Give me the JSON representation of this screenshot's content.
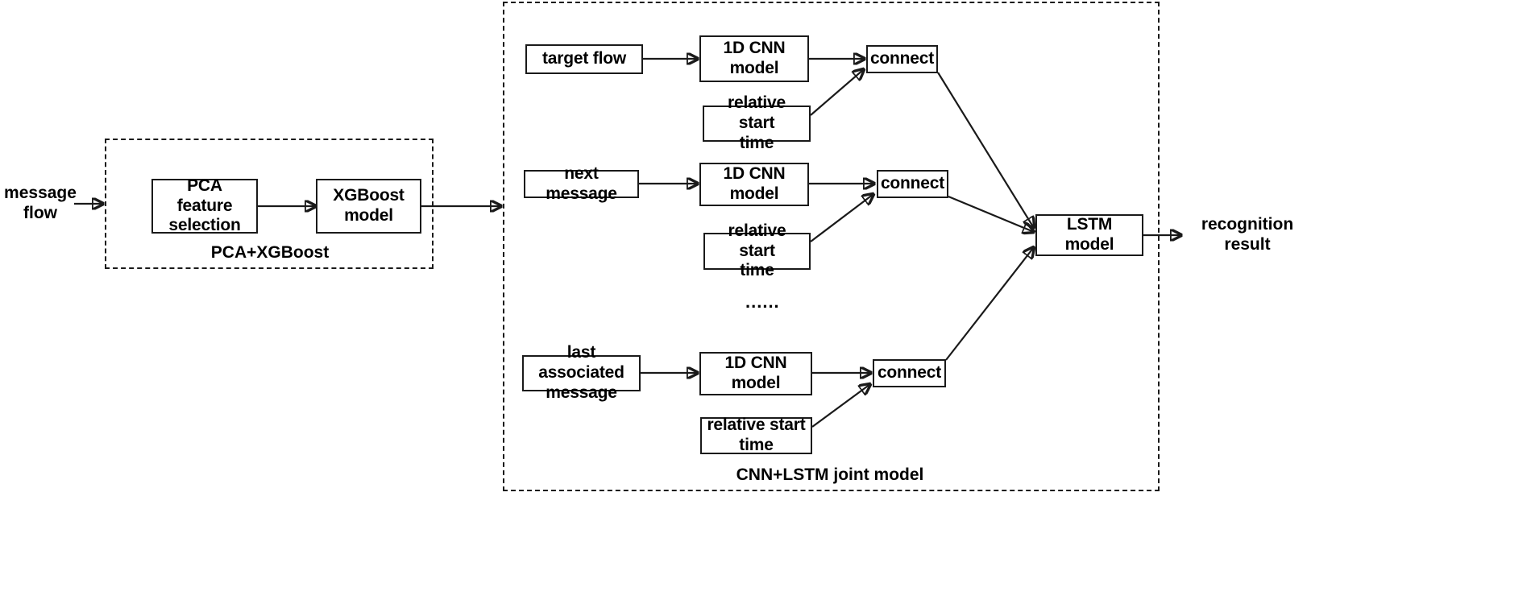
{
  "diagram": {
    "title": "Message flow recognition architecture",
    "stroke_color": "#1a1a1a",
    "background": "#ffffff",
    "groups": [
      {
        "id": "pca_group",
        "caption": "PCA+XGBoost"
      },
      {
        "id": "cnn_lstm_group",
        "caption": "CNN+LSTM joint model"
      }
    ],
    "free_labels": {
      "input": "message\nflow",
      "output": "recognition\nresult",
      "ellipsis": "......"
    },
    "nodes": {
      "pca_feature_selection": "PCA feature\nselection",
      "xgboost_model": "XGBoost\nmodel",
      "target_flow": "target flow",
      "cnn_model_1": "1D CNN model",
      "relative_start_time_1": "relative start\ntime",
      "connect_1": "connect",
      "next_message": "next message",
      "cnn_model_2": "1D CNN model",
      "relative_start_time_2": "relative start\ntime",
      "connect_2": "connect",
      "last_associated_message": "last associated\nmessage",
      "cnn_model_3": "1D CNN model",
      "relative_start_time_3": "relative start\ntime",
      "connect_3": "connect",
      "lstm_model": "LSTM model"
    }
  }
}
